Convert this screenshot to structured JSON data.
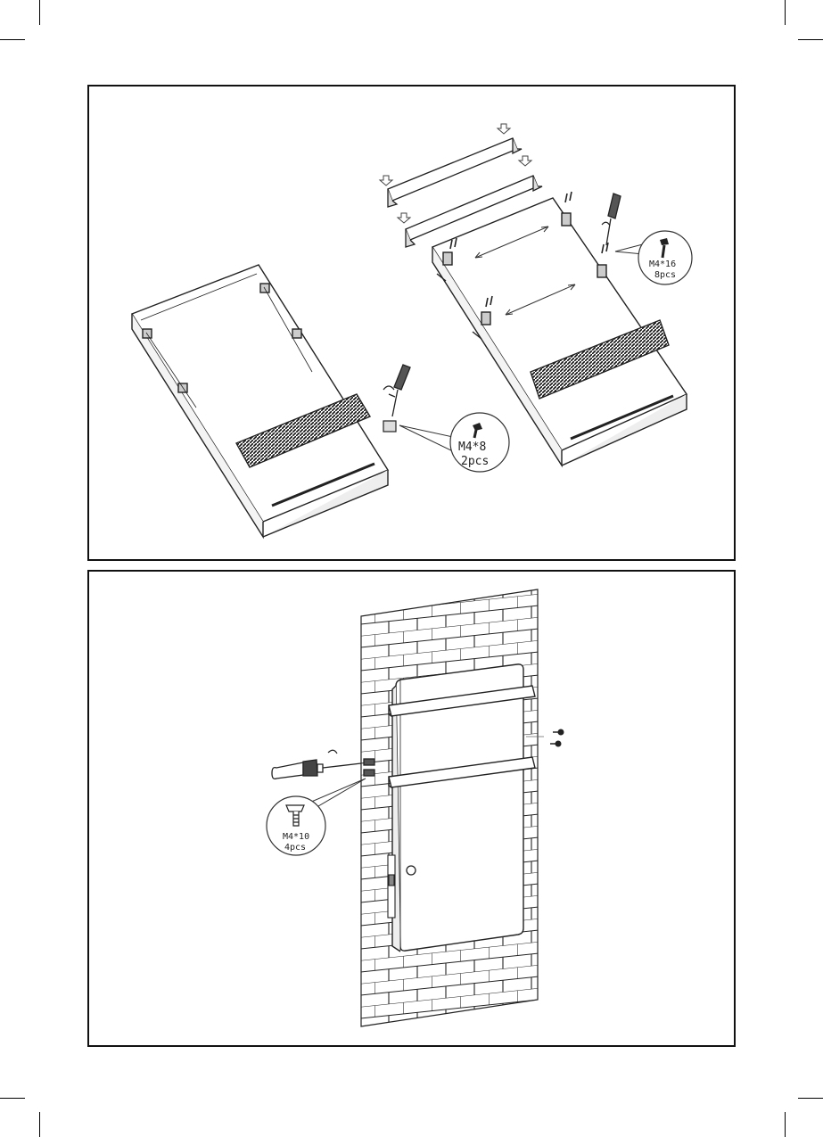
{
  "panels": {
    "top": {
      "callout_small": {
        "size": "M4*8",
        "qty": "2pcs"
      },
      "callout_large": {
        "size": "M4*16",
        "qty": "8pcs"
      }
    },
    "bottom": {
      "callout": {
        "size": "M4*10",
        "qty": "4pcs"
      }
    }
  },
  "colors": {
    "line": "#222222",
    "grille": "#1a1a1a",
    "paper": "#ffffff"
  }
}
